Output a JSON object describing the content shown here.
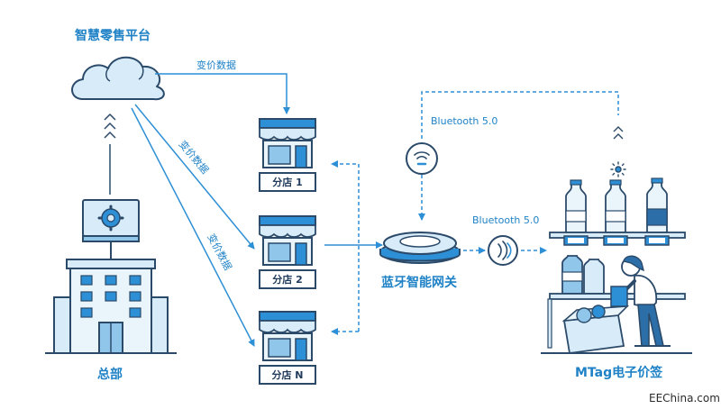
{
  "labels": {
    "platform": "智慧零售平台",
    "hq": "总部",
    "gateway": "蓝牙智能网关",
    "mtag": "MTag电子价签",
    "price_data_top": "变价数据",
    "price_data_diag1": "变价数据",
    "price_data_diag2": "变价数据",
    "bluetooth_top": "Bluetooth 5.0",
    "bluetooth_mid": "Bluetooth 5.0",
    "watermark": "EEChina.com"
  },
  "stores": [
    {
      "label": "分店 1"
    },
    {
      "label": "分店 2"
    },
    {
      "label": "分店 N"
    }
  ],
  "colors": {
    "accent": "#2d8fd5",
    "label_text": "#1f82c6",
    "outline": "#2b4a6a",
    "light_fill": "#d7ebf8",
    "mid_fill": "#8fc6ea",
    "dark_fill": "#2c6fa8"
  }
}
